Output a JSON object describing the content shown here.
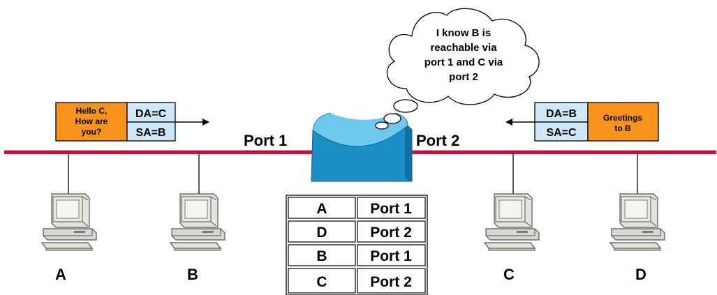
{
  "thought": {
    "lines": [
      "I know B is",
      "reachable via",
      "port 1 and C via",
      "port 2"
    ]
  },
  "frame_left": {
    "message_lines": [
      "Hello C,",
      "How are",
      "you?"
    ],
    "da": "DA=C",
    "sa": "SA=B"
  },
  "frame_right": {
    "message_lines": [
      "Greetings",
      "to B"
    ],
    "da": "DA=B",
    "sa": "SA=C"
  },
  "ports": {
    "port1": "Port 1",
    "port2": "Port 2"
  },
  "hosts": [
    "A",
    "B",
    "C",
    "D"
  ],
  "mac_table": [
    {
      "host": "A",
      "port": "Port 1"
    },
    {
      "host": "D",
      "port": "Port 2"
    },
    {
      "host": "B",
      "port": "Port 1"
    },
    {
      "host": "C",
      "port": "Port 2"
    }
  ],
  "colors": {
    "segment": "#C0143C",
    "message_bg": "#F7941D",
    "address_bg": "#CFE8F7",
    "switch_front": "#1B8FC6",
    "switch_top": "#6FC9EE"
  }
}
